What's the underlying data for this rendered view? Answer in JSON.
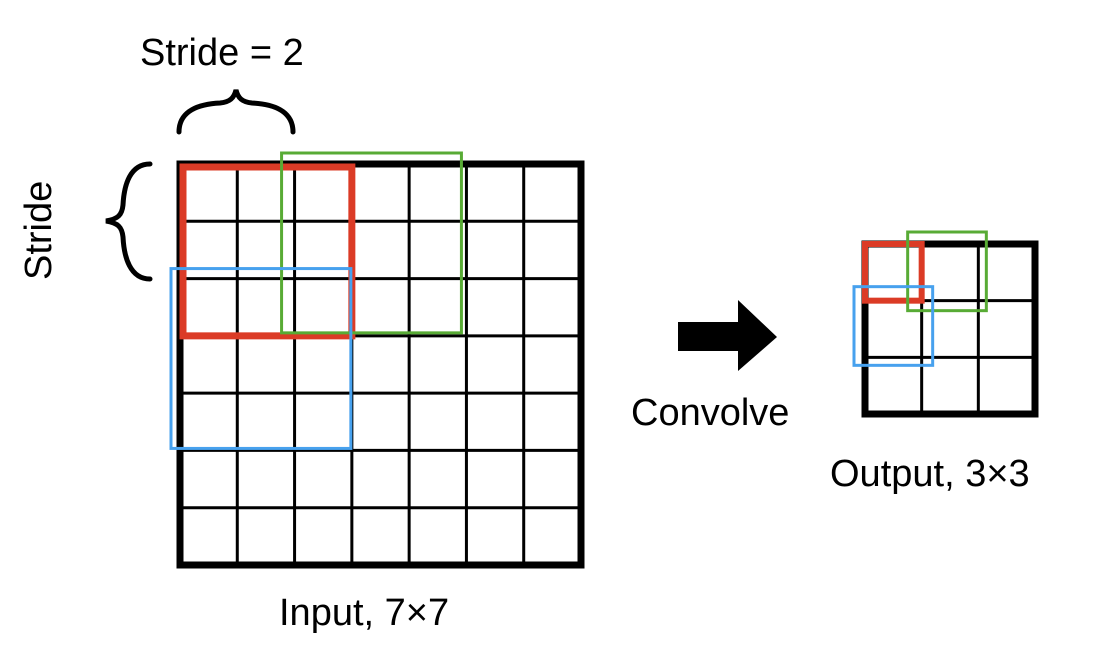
{
  "labels": {
    "stride_top": "Stride = 2",
    "stride_side": "Stride",
    "convolve": "Convolve",
    "output": "Output, 3×3",
    "input": "Input, 7×7"
  },
  "input_grid": {
    "rows": 7,
    "cols": 7
  },
  "output_grid": {
    "rows": 3,
    "cols": 3
  },
  "stride": 2,
  "kernel_size": 3,
  "windows": [
    {
      "name": "red-window",
      "color": "#db3b26",
      "input_origin": [
        0,
        0
      ],
      "output_cell": [
        0,
        0
      ]
    },
    {
      "name": "green-window",
      "color": "#58ab35",
      "input_origin": [
        0,
        2
      ],
      "output_cell": [
        0,
        1
      ]
    },
    {
      "name": "blue-window",
      "color": "#47a1ee",
      "input_origin": [
        2,
        0
      ],
      "output_cell": [
        1,
        0
      ]
    }
  ],
  "icons": {
    "arrow": "right-arrow-icon",
    "brace_top": "curly-brace-icon",
    "brace_side": "curly-brace-icon"
  }
}
